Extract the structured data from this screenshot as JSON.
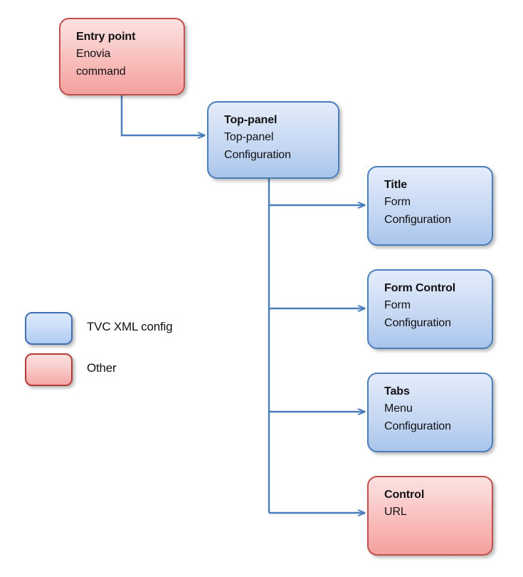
{
  "diagram": {
    "type": "flowchart",
    "nodes": [
      {
        "id": "entry-point",
        "title": "Entry point",
        "line1": "Enovia",
        "line2": "command",
        "category": "Other",
        "color": "#f4a09e"
      },
      {
        "id": "top-panel",
        "title": "Top-panel",
        "line1": "Top-panel",
        "line2": "Configuration",
        "category": "TVC XML config",
        "color": "#a9c5ec"
      },
      {
        "id": "title",
        "title": "Title",
        "line1": "Form",
        "line2": "Configuration",
        "category": "TVC XML config",
        "color": "#a9c5ec"
      },
      {
        "id": "form-control",
        "title": "Form Control",
        "line1": "Form",
        "line2": "Configuration",
        "category": "TVC XML config",
        "color": "#a9c5ec"
      },
      {
        "id": "tabs",
        "title": "Tabs",
        "line1": "Menu",
        "line2": "Configuration",
        "category": "TVC XML config",
        "color": "#a9c5ec"
      },
      {
        "id": "control",
        "title": "Control",
        "line1": "URL",
        "line2": "",
        "category": "Other",
        "color": "#f4a09e"
      }
    ],
    "edges": [
      {
        "from": "entry-point",
        "to": "top-panel"
      },
      {
        "from": "top-panel",
        "to": "title"
      },
      {
        "from": "top-panel",
        "to": "form-control"
      },
      {
        "from": "top-panel",
        "to": "tabs"
      },
      {
        "from": "top-panel",
        "to": "control"
      }
    ],
    "connector_color": "#4a7ebb"
  },
  "legend": {
    "items": [
      {
        "label": "TVC XML config",
        "swatch": "blue",
        "color": "#aecbf2"
      },
      {
        "label": "Other",
        "swatch": "red",
        "color": "#f5a6a4"
      }
    ]
  }
}
